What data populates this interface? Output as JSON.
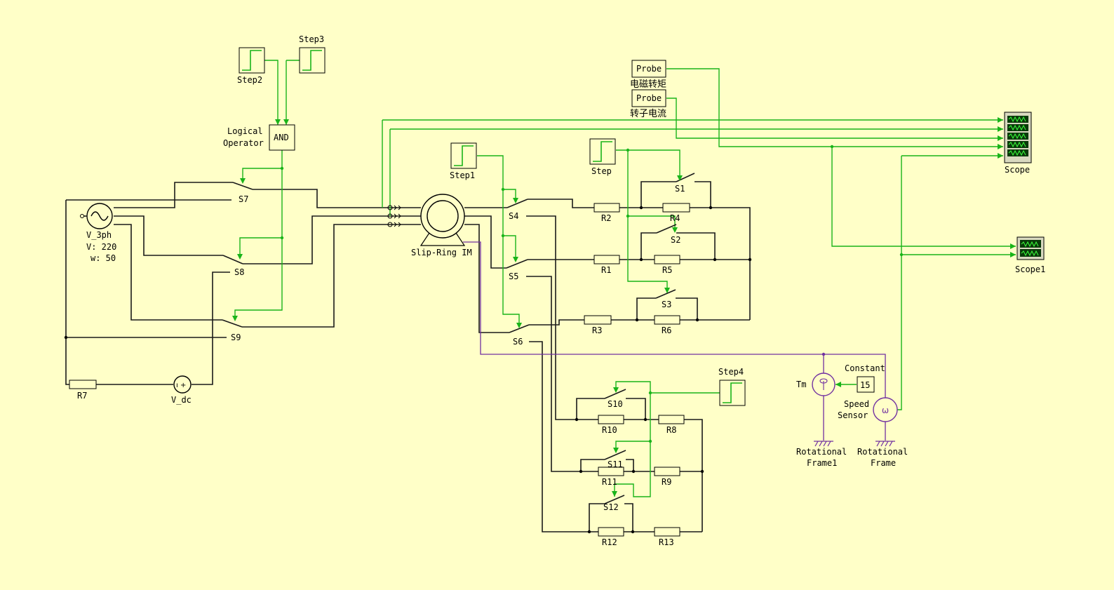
{
  "colors": {
    "background": "#ffffc8",
    "electrical_wire": "#1a1a1a",
    "signal_wire": "#19b419",
    "mechanical_wire": "#7030a0",
    "scope_screen": "#0a3a0a",
    "scope_trace": "#3cff3c"
  },
  "labels": {
    "step2": "Step2",
    "step3": "Step3",
    "step1": "Step1",
    "step": "Step",
    "step4": "Step4",
    "logical_operator": [
      "Logical",
      "Operator"
    ],
    "and_text": "AND",
    "probe_text": "Probe",
    "probe1_caption": "电磁转矩",
    "probe2_caption": "转子电流",
    "scope": "Scope",
    "scope1": "Scope1",
    "source_name": "V_3ph",
    "source_v": "V: 220",
    "source_w": "w: 50",
    "machine": "Slip-Ring IM",
    "vdc": "V_dc",
    "r7": "R7",
    "s7": "S7",
    "s8": "S8",
    "s9": "S9",
    "s4": "S4",
    "s5": "S5",
    "s6": "S6",
    "s1": "S1",
    "s2": "S2",
    "s3": "S3",
    "s10": "S10",
    "s11": "S11",
    "s12": "S12",
    "r1": "R1",
    "r2": "R2",
    "r3": "R3",
    "r4": "R4",
    "r5": "R5",
    "r6": "R6",
    "r8": "R8",
    "r9": "R9",
    "r10": "R10",
    "r11": "R11",
    "r12": "R12",
    "r13": "R13",
    "tm": "Tm",
    "constant": "Constant",
    "constant_value": "15",
    "speed_sensor": [
      "Speed",
      "Sensor"
    ],
    "rot_frame1": [
      "Rotational",
      "Frame1"
    ],
    "rot_frame": [
      "Rotational",
      "Frame"
    ]
  },
  "icons": {
    "sine_source": "ac-source-icon",
    "motor": "induction-machine-icon",
    "scope": "oscilloscope-icon",
    "step": "step-function-icon",
    "torque_source": "torque-source-icon",
    "speed_sensor": "speed-sensor-icon",
    "ground": "mechanical-ground-icon",
    "dc_source": "dc-source-icon"
  }
}
